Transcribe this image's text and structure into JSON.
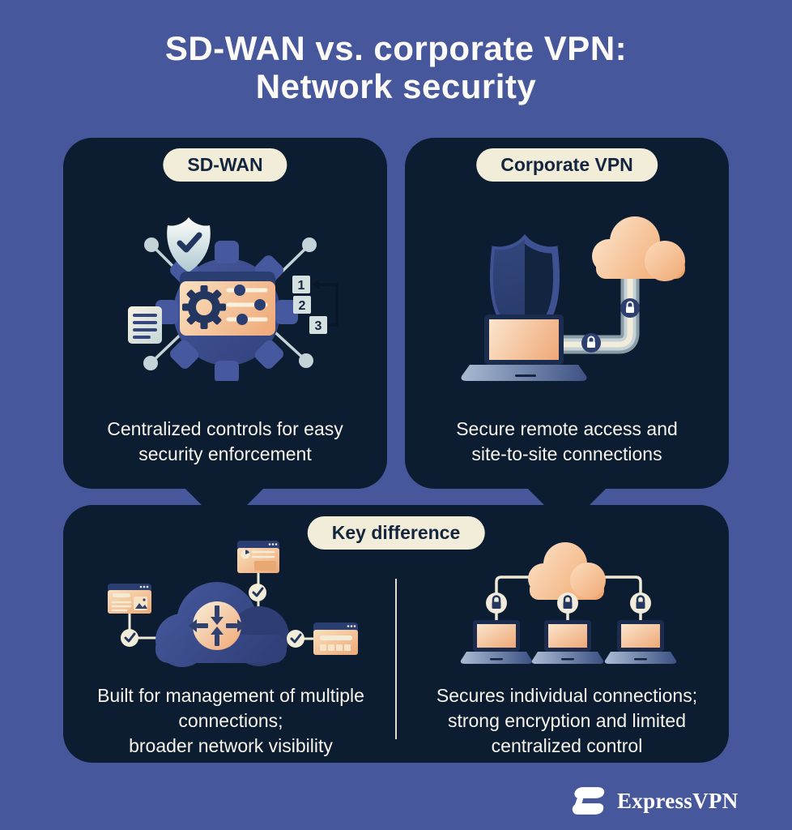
{
  "colors": {
    "background": "#46589B",
    "card": "#0C1C31",
    "pill_bg": "#F2EDD8",
    "pill_text": "#14253F",
    "caption_text": "#F6F4EB",
    "accent_orange": "#EFA46E",
    "accent_blue": "#41539A",
    "pale_blue": "#C7D5DA",
    "cream_line": "#EFE9D6"
  },
  "title": {
    "line1": "SD-WAN vs. corporate VPN:",
    "line2": "Network security"
  },
  "sdwan_card": {
    "badge": "SD-WAN",
    "caption_line1": "Centralized controls for easy",
    "caption_line2": "security enforcement",
    "steps": [
      "1",
      "2",
      "3"
    ]
  },
  "vpn_card": {
    "badge": "Corporate VPN",
    "caption_line1": "Secure remote access and",
    "caption_line2": "site-to-site connections"
  },
  "key_card": {
    "badge": "Key difference",
    "left": {
      "line1": "Built for management of multiple",
      "line2": "connections;",
      "line3": "broader network visibility"
    },
    "right": {
      "line1": "Secures individual connections;",
      "line2": "strong encryption and limited",
      "line3": "centralized control"
    }
  },
  "icons": {
    "sdwan": [
      "shield-check-icon",
      "gear-icon",
      "document-icon",
      "control-panel-icon",
      "network-node-icon"
    ],
    "vpn": [
      "shield-icon",
      "cloud-icon",
      "laptop-icon",
      "lock-icon",
      "secure-tunnel-icon"
    ],
    "key_left": [
      "cloud-icon",
      "router-icon",
      "browser-window-icon",
      "checkmark-icon"
    ],
    "key_right": [
      "cloud-icon",
      "laptop-icon",
      "lock-icon"
    ]
  },
  "footer": {
    "brand": "ExpressVPN"
  }
}
